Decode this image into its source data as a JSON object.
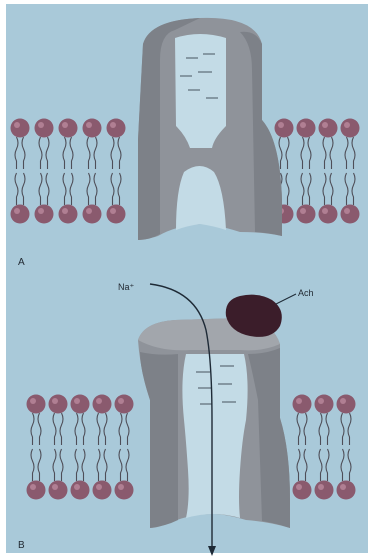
{
  "figure": {
    "colors": {
      "background": "#a9c9d9",
      "panel_edge": "#ffffff",
      "protein": "#8f939a",
      "protein_dark": "#7d8188",
      "protein_cap": "#a2a6ac",
      "pore": "#c3dbe6",
      "lipid_head": "#8a5a6e",
      "lipid_head_highlight": "#b07f93",
      "lipid_tail": "#4e4e58",
      "ach": "#3b1d2a",
      "arrow": "#1e2a36"
    },
    "panel_a": {
      "label": "A",
      "state": "closed"
    },
    "panel_b": {
      "label": "B",
      "state": "open",
      "ion_label": "Na⁺",
      "ligand_label": "Ach"
    }
  }
}
